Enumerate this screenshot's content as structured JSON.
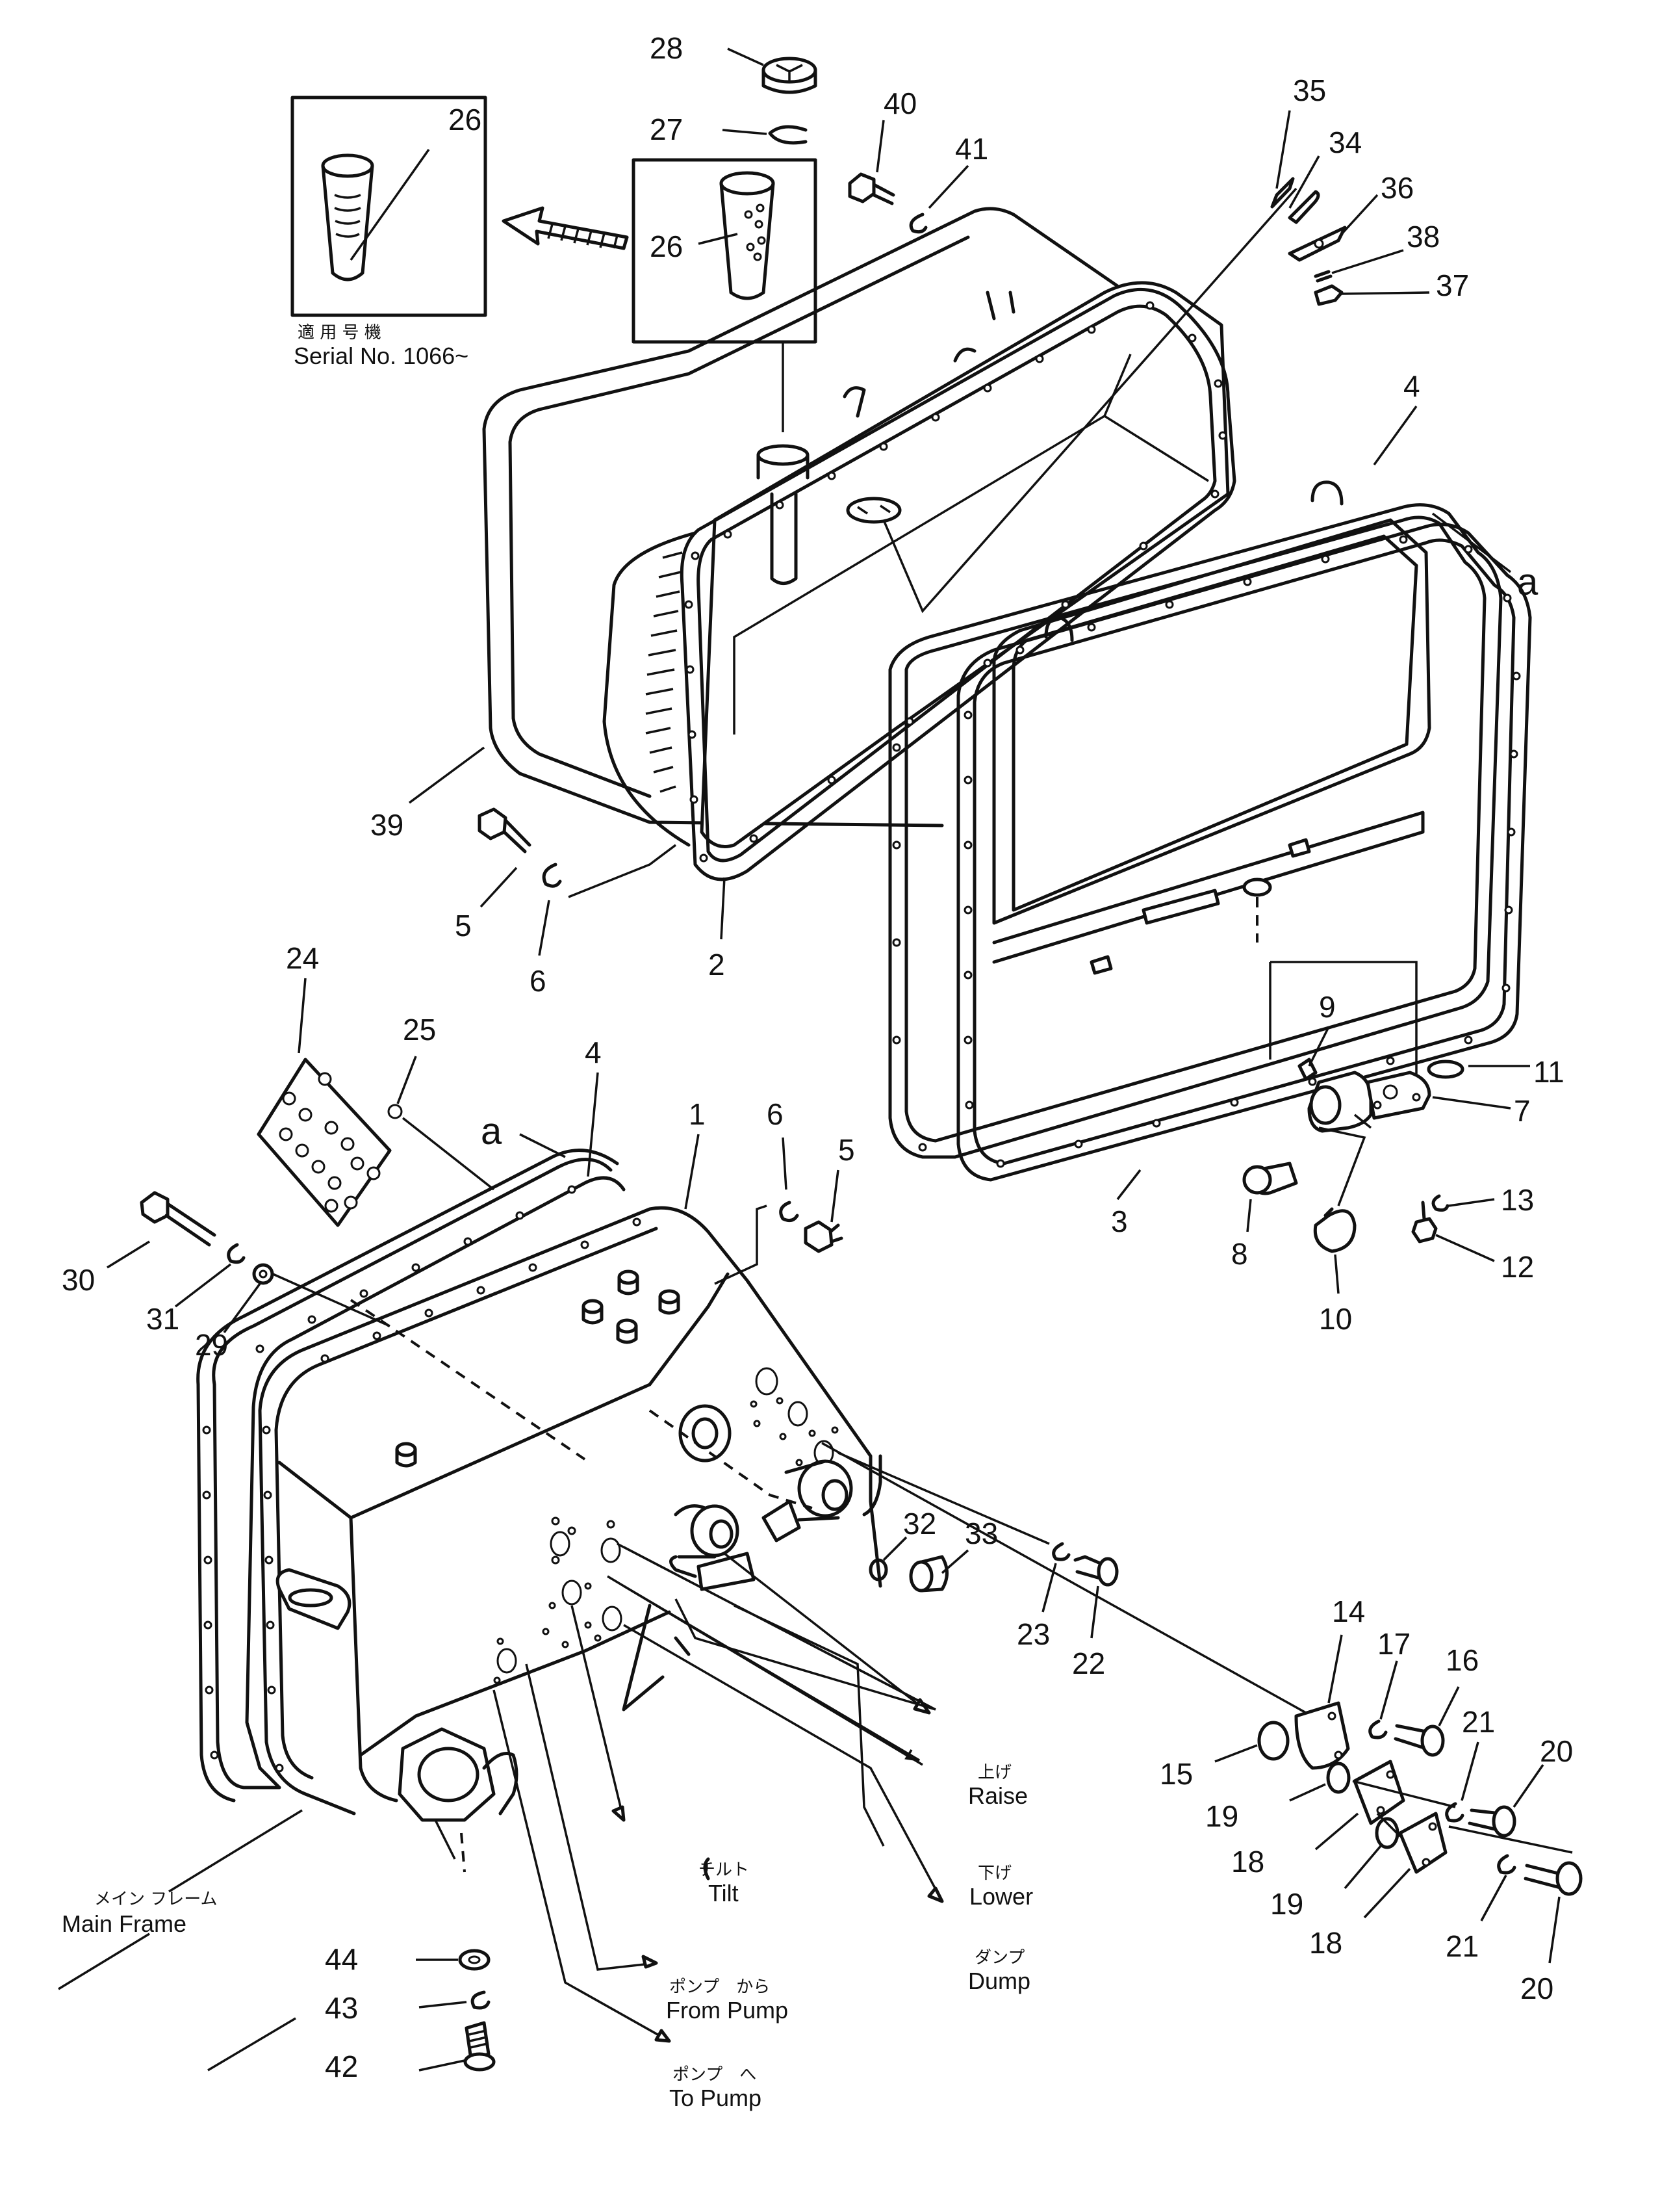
{
  "callouts": {
    "n1": "1",
    "n2": "2",
    "n3": "3",
    "n4a": "4",
    "n4b": "4",
    "n5a": "5",
    "n5b": "5",
    "n6a": "6",
    "n6b": "6",
    "n7": "7",
    "n8": "8",
    "n9": "9",
    "n10": "10",
    "n11": "11",
    "n12": "12",
    "n13": "13",
    "n14": "14",
    "n15": "15",
    "n16": "16",
    "n17": "17",
    "n18a": "18",
    "n18b": "18",
    "n19a": "19",
    "n19b": "19",
    "n20a": "20",
    "n20b": "20",
    "n21a": "21",
    "n21b": "21",
    "n22": "22",
    "n23": "23",
    "n24": "24",
    "n25": "25",
    "n26a": "26",
    "n26b": "26",
    "n27": "27",
    "n28": "28",
    "n29": "29",
    "n30": "30",
    "n31": "31",
    "n32": "32",
    "n33": "33",
    "n34": "34",
    "n35": "35",
    "n36": "36",
    "n37": "37",
    "n38": "38",
    "n39": "39",
    "n40": "40",
    "n41": "41",
    "n42": "42",
    "n43": "43",
    "n44": "44",
    "a1": "a",
    "a2": "a"
  },
  "inset": {
    "jp": "適 用 号 機",
    "serial": "Serial No. 1066~"
  },
  "labels": {
    "raise_jp": "上げ",
    "raise": "Raise",
    "tilt_jp": "チルト",
    "tilt": "Tilt",
    "lower_jp": "下げ",
    "lower": "Lower",
    "dump_jp": "ダンプ",
    "dump": "Dump",
    "from_pump_jp": "ポンプ　から",
    "from_pump": "From Pump",
    "to_pump_jp": "ポンプ　へ",
    "to_pump": "To Pump",
    "main_frame_jp": "メイン フレーム",
    "main_frame": "Main Frame"
  }
}
